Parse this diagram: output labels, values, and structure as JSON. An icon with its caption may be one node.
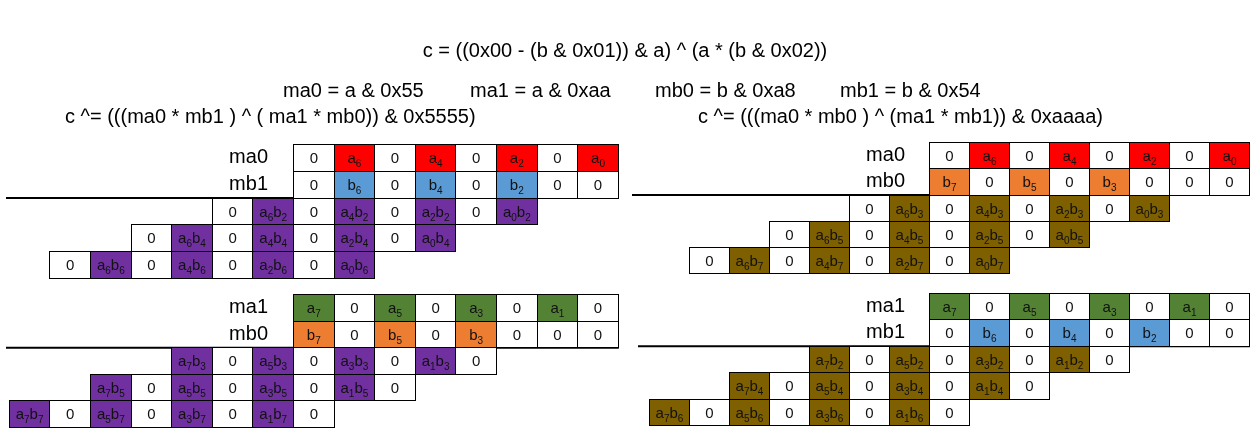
{
  "diagram": {
    "title": "c = ((0x00 - (b & 0x01)) & a) ^ (a * (b & 0x02))",
    "labels": [
      "ma0 = a & 0x55",
      "ma1 = a & 0xaa",
      "mb0 = b & 0xa8",
      "mb1 = b & 0x54",
      "c ^= (((ma0 * mb1 ) ^ ( ma1 * mb0)) & 0x5555)",
      "c ^= (((ma0 * mb0 ) ^ (ma1 * mb1)) & 0xaaaa)",
      "ma0",
      "0",
      "a$_{6}$",
      "0",
      "a$_{4}$",
      "0",
      "a$_{2}$",
      "0",
      "a$_{0}$",
      "mb1",
      "0",
      "b$_{6}$",
      "0",
      "b$_{4}$",
      "0",
      "b$_{2}$",
      "0",
      "0",
      "0",
      "a$_{6}$b$_{2}$",
      "0",
      "a$_{4}$b$_{2}$",
      "0",
      "a$_{2}$b$_{2}$",
      "0",
      "a$_{0}$b$_{2}$",
      "0",
      "a$_{6}$b$_{4}$",
      "0",
      "a$_{4}$b$_{4}$",
      "0",
      "a$_{2}$b$_{4}$",
      "0",
      "a$_{0}$b$_{4}$",
      "0",
      "a$_{6}$b$_{6}$",
      "0",
      "a$_{4}$b$_{6}$",
      "0",
      "a$_{2}$b$_{6}$",
      "0",
      "a$_{0}$b$_{6}$",
      "ma0",
      "0",
      "a$_{6}$",
      "0",
      "a$_{4}$",
      "0",
      "a$_{2}$",
      "0",
      "a$_{0}$",
      "mb0",
      "b$_{7}$",
      "0",
      "b$_{5}$",
      "0",
      "b$_{3}$",
      "0",
      "0",
      "0",
      "0",
      "a$_{6}$b$_{3}$",
      "0",
      "a$_{4}$b$_{3}$",
      "0",
      "a$_{2}$b$_{3}$",
      "0",
      "a$_{0}$b$_{3}$",
      "0",
      "a$_{6}$b$_{5}$",
      "0",
      "a$_{4}$b$_{5}$",
      "0",
      "a$_{2}$b$_{5}$",
      "0",
      "a$_{0}$b$_{5}$",
      "0",
      "a$_{6}$b$_{7}$",
      "0",
      "a$_{4}$b$_{7}$",
      "0",
      "a$_{2}$b$_{7}$",
      "0",
      "a$_{0}$b$_{7}$",
      "ma1",
      "a$_{7}$",
      "0",
      "a$_{5}$",
      "0",
      "a$_{3}$",
      "0",
      "a$_{1}$",
      "0",
      "mb0",
      "b$_{7}$",
      "0",
      "b$_{5}$",
      "0",
      "b$_{3}$",
      "0",
      "0",
      "0",
      "a$_{7}$b$_{3}$",
      "0",
      "a$_{5}$b$_{3}$",
      "0",
      "a$_{3}$b$_{3}$",
      "0",
      "a$_{1}$b$_{3}$",
      "0",
      "a$_{7}$b$_{5}$",
      "0",
      "a$_{5}$b$_{5}$",
      "0",
      "a$_{3}$b$_{5}$",
      "0",
      "a$_{1}$b$_{5}$",
      "0",
      "a$_{7}$b$_{7}$",
      "0",
      "a$_{5}$b$_{7}$",
      "0",
      "a$_{3}$b$_{7}$",
      "0",
      "a$_{1}$b$_{7}$",
      "0",
      "ma1",
      "a$_{7}$",
      "0",
      "a$_{5}$",
      "0",
      "a$_{3}$",
      "0",
      "a$_{1}$",
      "0",
      "mb1",
      "0",
      "b$_{6}$",
      "0",
      "b$_{4}$",
      "0",
      "b$_{2}$",
      "0",
      "0",
      "a$_{7}$b$_{2}$",
      "0",
      "a$_{5}$b$_{2}$",
      "0",
      "a$_{3}$b$_{2}$",
      "0",
      "a$_{1}$b$_{2}$",
      "0",
      "a$_{7}$b$_{4}$",
      "0",
      "a$_{5}$b$_{4}$",
      "0",
      "a$_{3}$b$_{4}$",
      "0",
      "a$_{1}$b$_{4}$",
      "0",
      "a$_{7}$b$_{6}$",
      "0",
      "a$_{5}$b$_{6}$",
      "0",
      "a$_{3}$b$_{6}$",
      "0",
      "a$_{1}$b$_{6}$",
      "0"
    ]
  }
}
